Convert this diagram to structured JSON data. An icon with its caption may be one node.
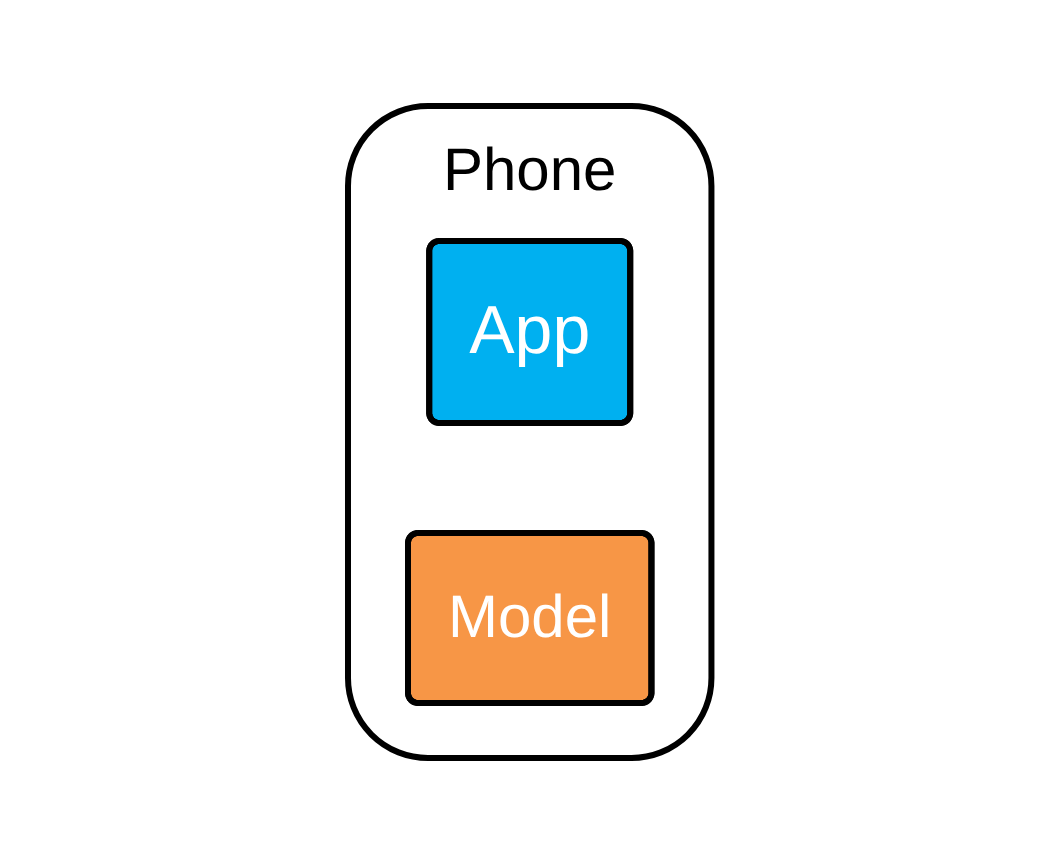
{
  "diagram": {
    "nodes": [
      {
        "text": [
          "Phone"
        ]
      },
      {
        "text": [
          "App"
        ],
        "in": 0
      },
      {
        "text": [
          "Model"
        ],
        "in": 0
      }
    ]
  }
}
